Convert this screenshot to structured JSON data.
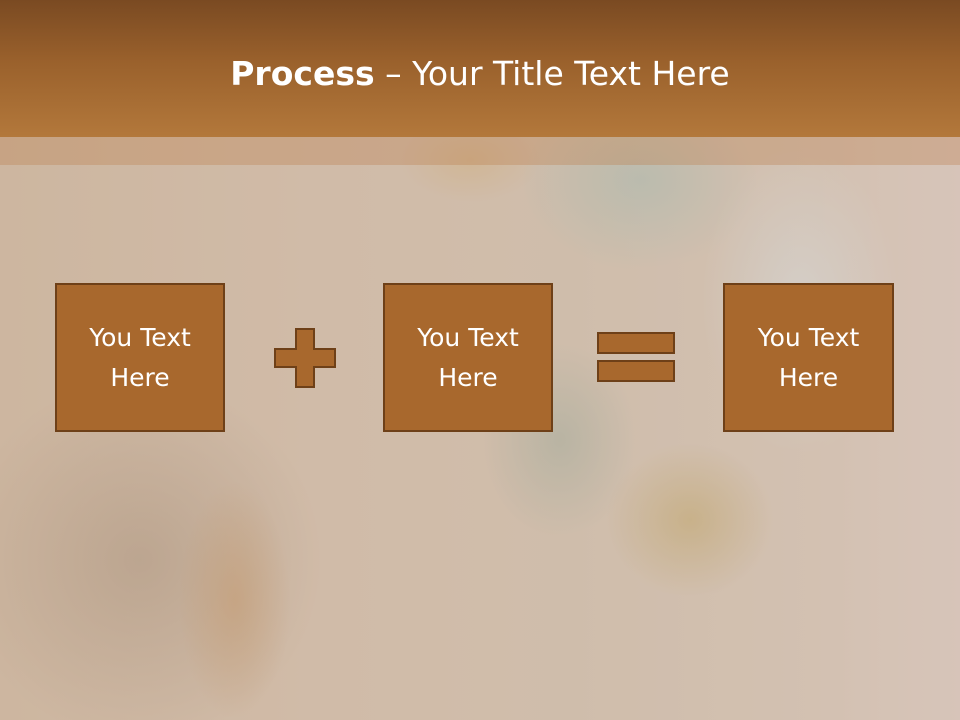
{
  "slide": {
    "title_bold": "Process",
    "title_rest": " – Your Title Text Here"
  },
  "process": {
    "boxes": [
      {
        "text": "You Text\nHere"
      },
      {
        "text": "You Text\nHere"
      },
      {
        "text": "You Text\nHere"
      }
    ],
    "operators": [
      "plus-icon",
      "equals-icon"
    ]
  },
  "colors": {
    "header": "#9a612c",
    "box_fill": "#a8682d",
    "box_border": "#6e4018",
    "text": "#ffffff"
  }
}
